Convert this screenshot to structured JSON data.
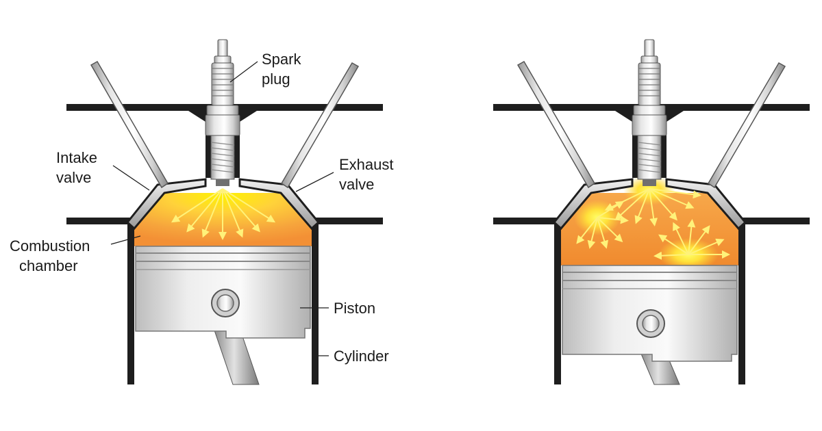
{
  "labels": {
    "spark_plug": [
      "Spark",
      "plug"
    ],
    "intake_valve": [
      "Intake",
      "valve"
    ],
    "exhaust_valve": [
      "Exhaust",
      "valve"
    ],
    "combustion_chamber": [
      "Combustion",
      "chamber"
    ],
    "piston": "Piston",
    "cylinder": "Cylinder"
  },
  "colors": {
    "wall": "#1e1e1e",
    "flame_core": "#fff200",
    "flame_mid": "#ffc329",
    "flame_outer": "#f39a3a",
    "arrow": "#fff27a",
    "metal_light": "#f2f2f2",
    "metal_mid": "#c8c8c8",
    "metal_dark": "#8a8a8a"
  }
}
